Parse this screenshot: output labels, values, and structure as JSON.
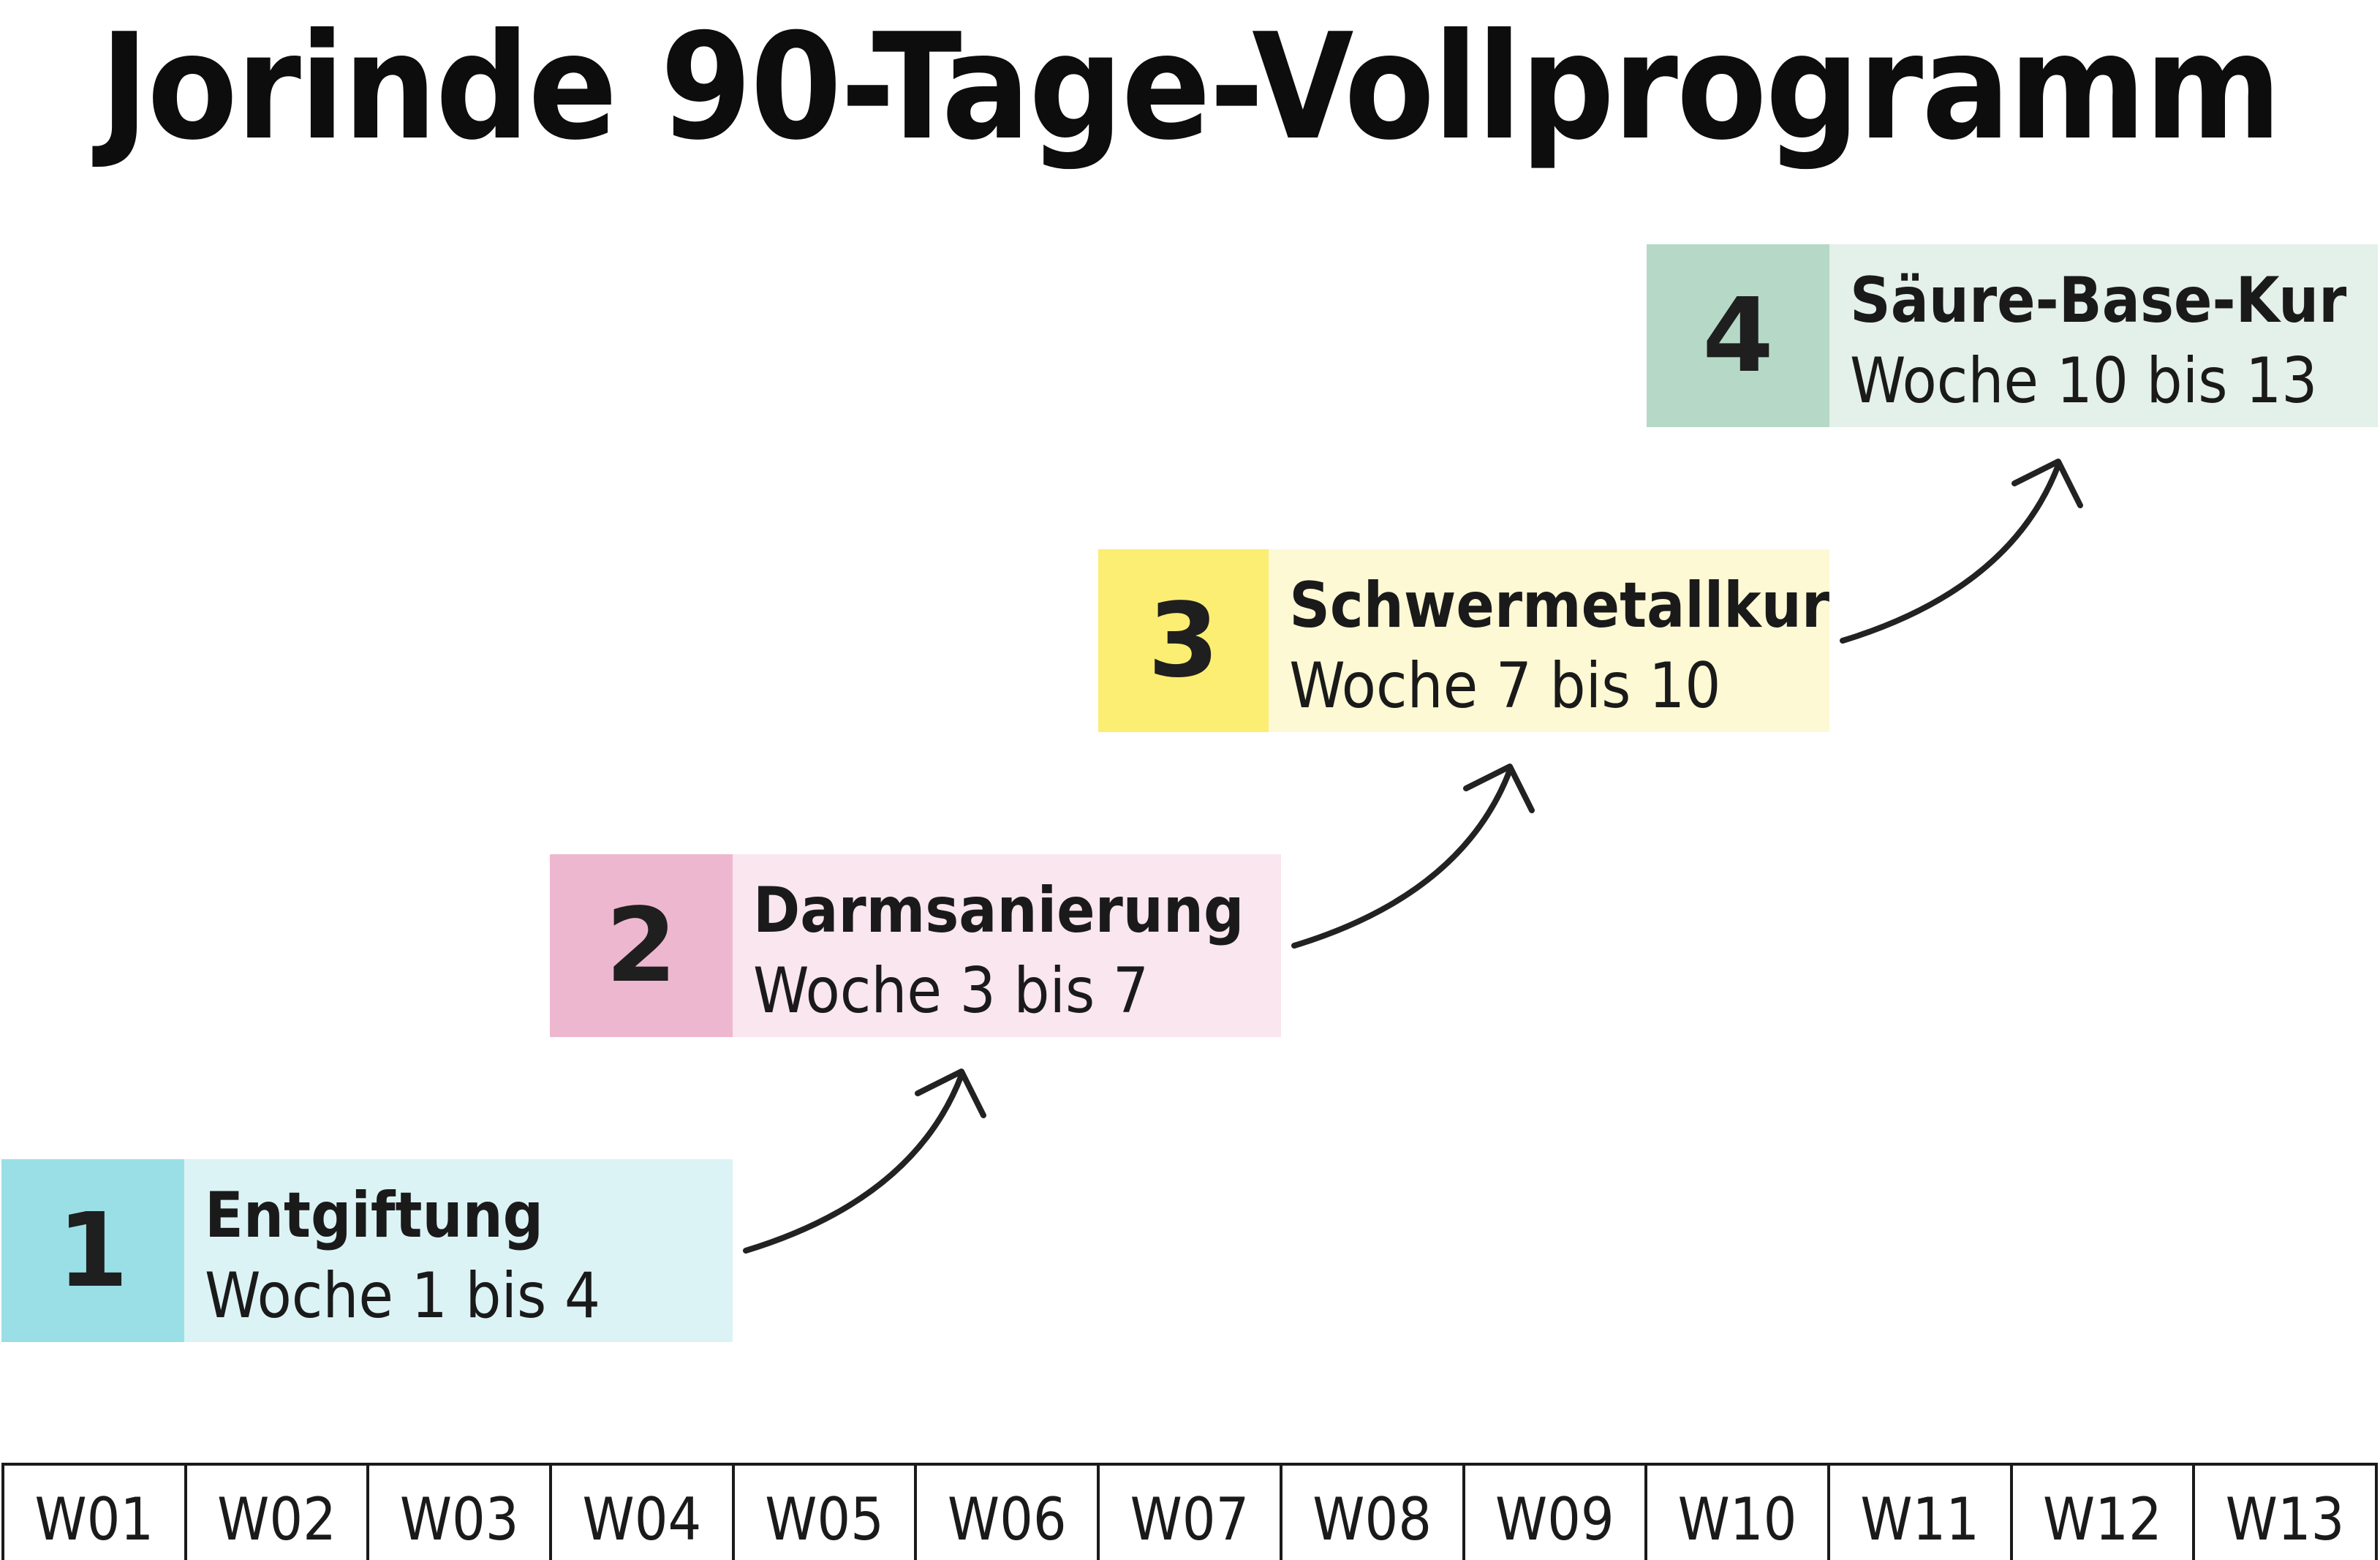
{
  "title": "Jorinde 90-Tage-Vollprogramm",
  "steps": [
    {
      "number": "1",
      "name": "Entgiftung",
      "weeks": "Woche 1 bis 4",
      "num_color": "#9adfe6",
      "body_color": "#dcf3f5"
    },
    {
      "number": "2",
      "name": "Darmsanierung",
      "weeks": "Woche 3 bis 7",
      "num_color": "#edb8cf",
      "body_color": "#f9e6ee"
    },
    {
      "number": "3",
      "name": "Schwermetallkur",
      "weeks": "Woche 7 bis 10",
      "num_color": "#fbee73",
      "body_color": "#fdf9d4"
    },
    {
      "number": "4",
      "name": "Säure-Base-Kur",
      "weeks": "Woche 10 bis 13",
      "num_color": "#b5d9c6",
      "body_color": "#e4f0ea"
    }
  ],
  "weeks": [
    "W01",
    "W02",
    "W03",
    "W04",
    "W05",
    "W06",
    "W07",
    "W08",
    "W09",
    "W10",
    "W11",
    "W12",
    "W13"
  ],
  "arrow_color": "#222222"
}
